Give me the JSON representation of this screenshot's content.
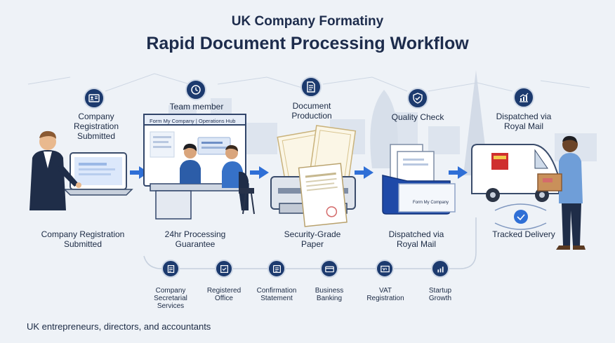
{
  "header": {
    "title_line1": "UK Company Formatiny",
    "title_line2": "Rapid Document Processing Workflow"
  },
  "steps": [
    {
      "icon": "registration-icon",
      "top_label": "Company Registration Submitted",
      "bottom_label": "Company Registration Submitted"
    },
    {
      "icon": "clock-icon",
      "top_label": "Team member",
      "bottom_label": "24hr Processing Guarantee"
    },
    {
      "icon": "document-icon",
      "top_label": "Document Production",
      "bottom_label": "Security-Grade Paper"
    },
    {
      "icon": "shield-check-icon",
      "top_label": "Quality Check",
      "bottom_label": "Dispatched via Royal Mail"
    },
    {
      "icon": "growth-chart-icon",
      "top_label": "Dispatched via Royal Mail",
      "bottom_label": "Tracked Delivery"
    }
  ],
  "hub": {
    "title": "Form My Company | Operations Hub"
  },
  "envelope": {
    "text": "Form My Company"
  },
  "services": [
    {
      "icon": "secretarial-icon",
      "label": "Company Secretarial Services"
    },
    {
      "icon": "office-icon",
      "label": "Registered Office"
    },
    {
      "icon": "statement-icon",
      "label": "Confirmation Statement"
    },
    {
      "icon": "bank-card-icon",
      "label": "Business Banking"
    },
    {
      "icon": "vat-icon",
      "label": "VAT Registration"
    },
    {
      "icon": "growth-icon",
      "label": "Startup Growth"
    }
  ],
  "footer": {
    "audience": "UK entrepreneurs, directors, and accountants"
  },
  "colors": {
    "navy": "#1c3a6e",
    "arrow_blue": "#2f6fd6",
    "background": "#eef2f7"
  }
}
